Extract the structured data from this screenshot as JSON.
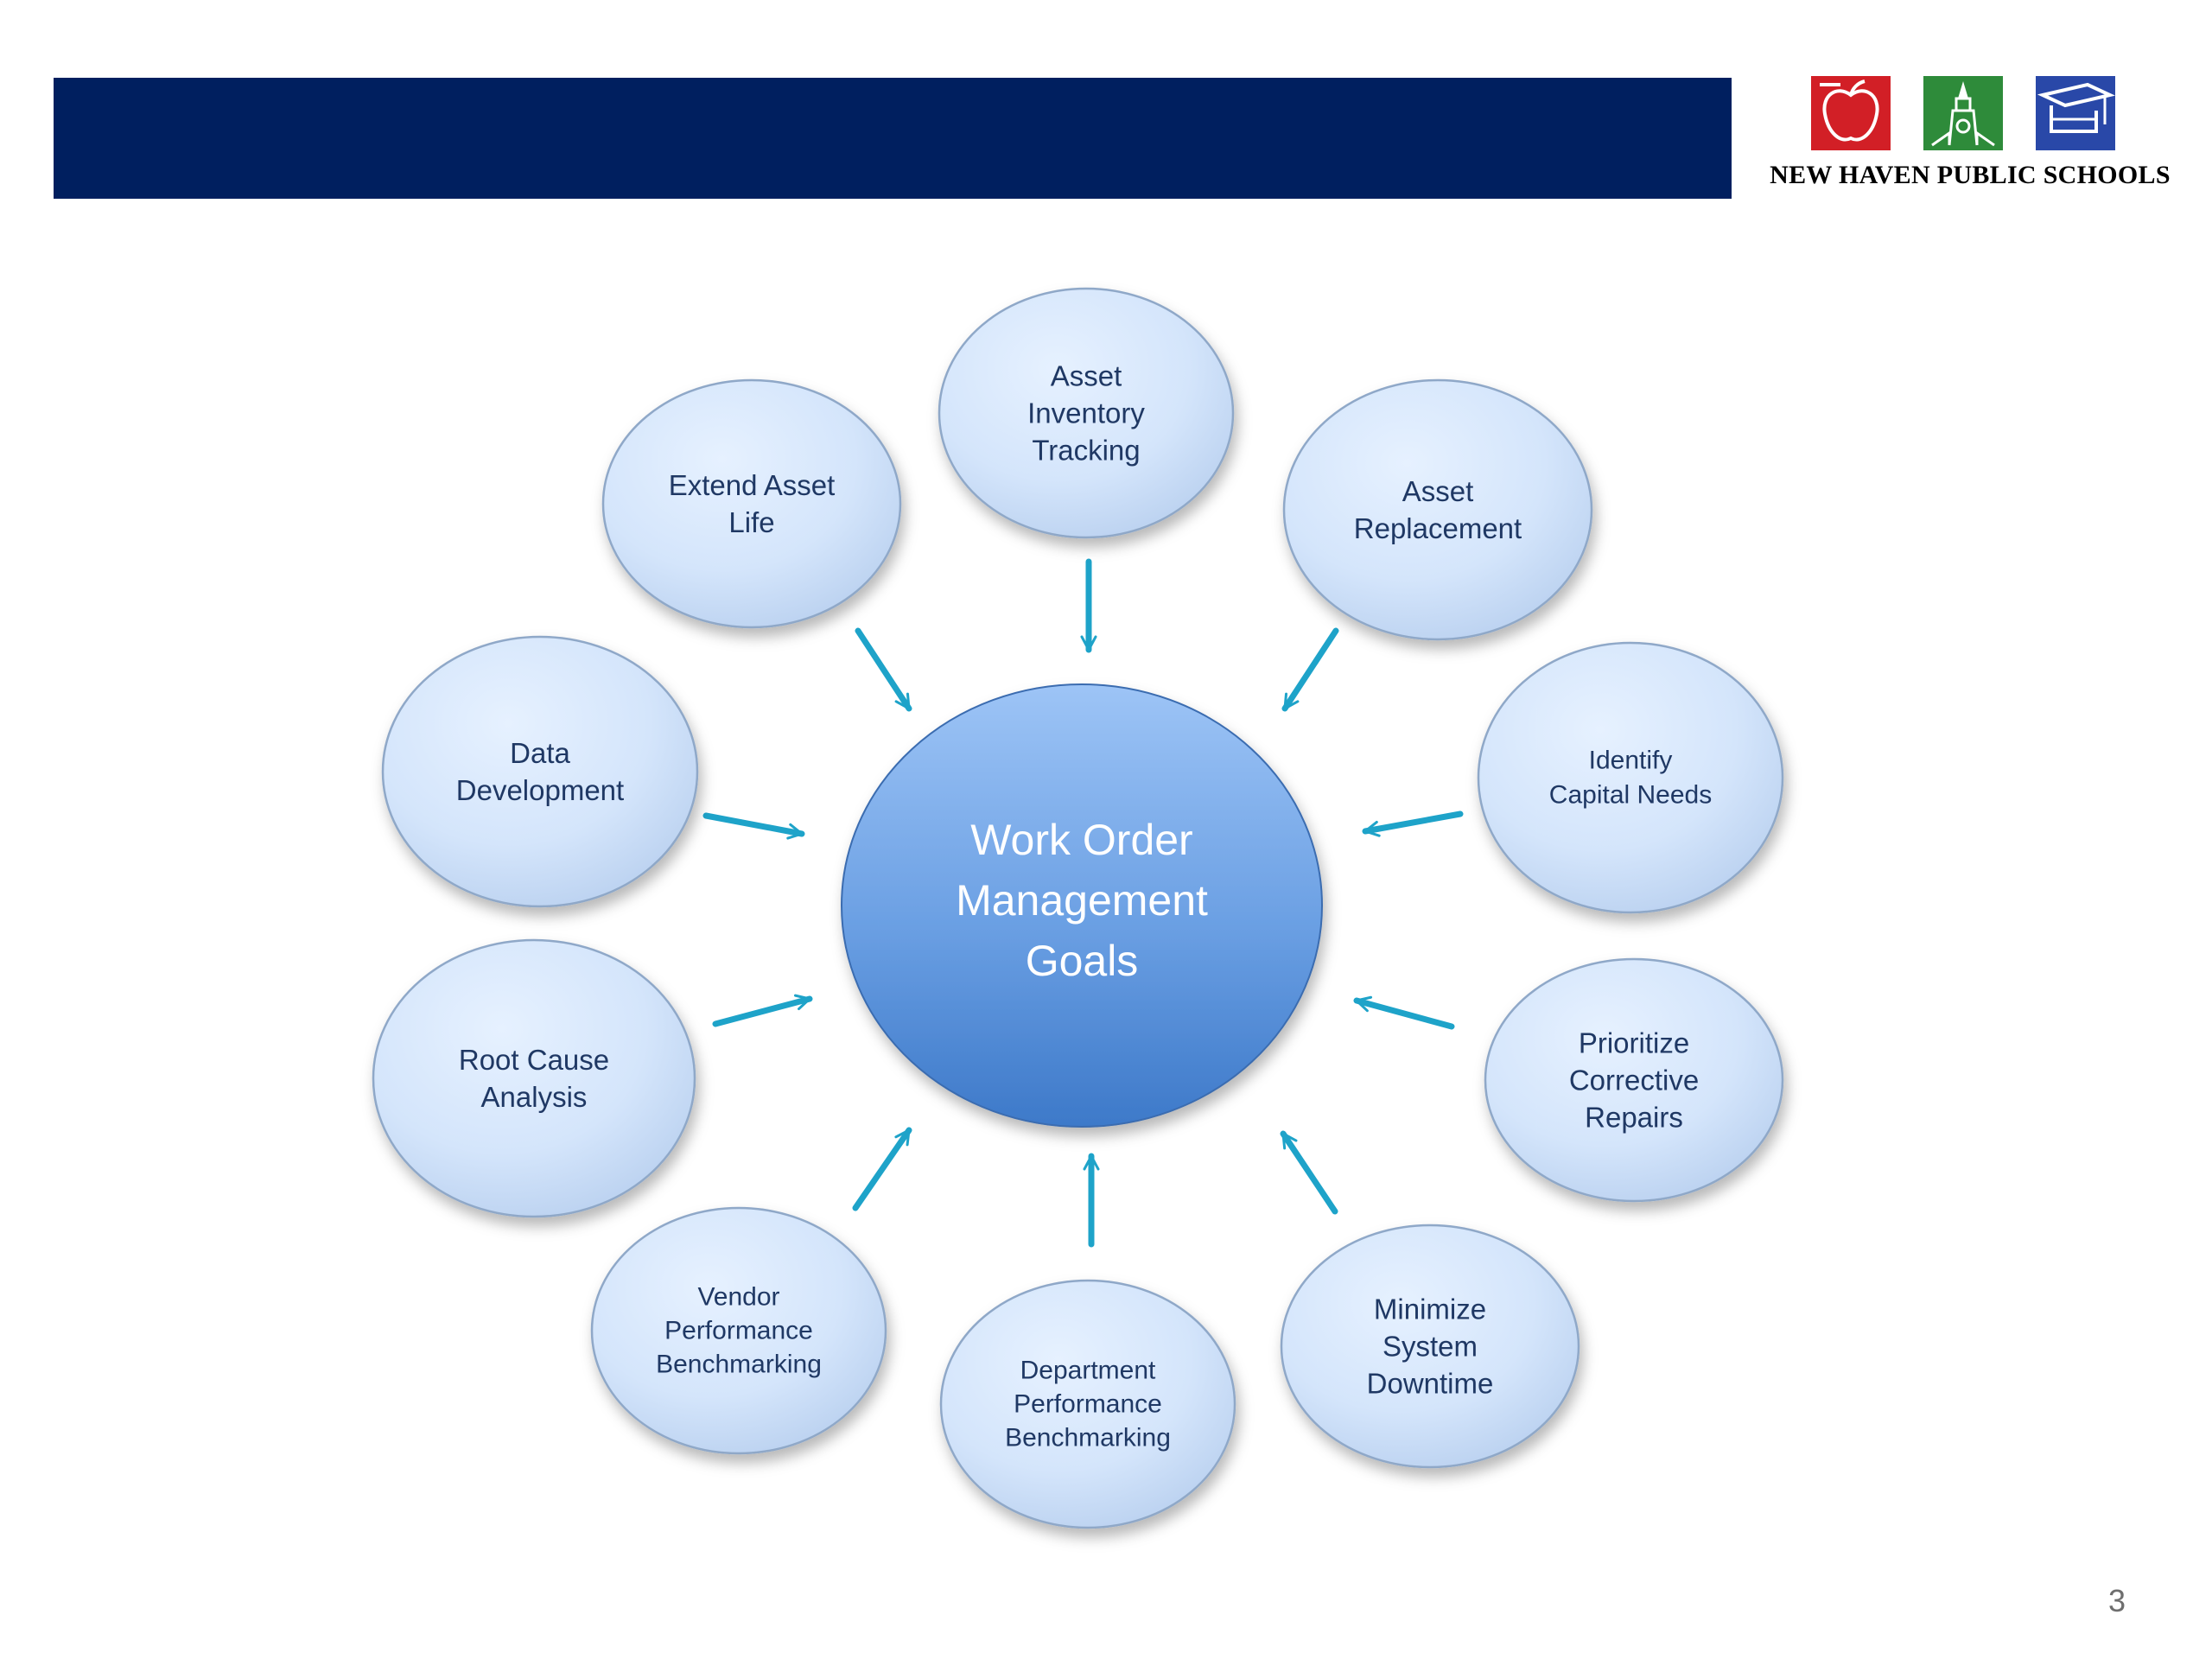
{
  "header": {
    "org_name": "NEW HAVEN PUBLIC SCHOOLS",
    "logo_icons": [
      "apple-icon",
      "tower-icon",
      "graduation-cap-icon"
    ]
  },
  "center": {
    "lines": [
      "Work Order",
      "Management",
      "Goals"
    ]
  },
  "goals": [
    {
      "id": "asset-inventory-tracking",
      "lines": [
        "Asset",
        "Inventory",
        "Tracking"
      ]
    },
    {
      "id": "asset-replacement",
      "lines": [
        "Asset",
        "Replacement"
      ]
    },
    {
      "id": "identify-capital-needs",
      "lines": [
        "Identify",
        "Capital Needs"
      ]
    },
    {
      "id": "prioritize-corrective-repairs",
      "lines": [
        "Prioritize",
        "Corrective",
        "Repairs"
      ]
    },
    {
      "id": "minimize-system-downtime",
      "lines": [
        "Minimize",
        "System",
        "Downtime"
      ]
    },
    {
      "id": "department-performance-benchmarking",
      "lines": [
        "Department",
        "Performance",
        "Benchmarking"
      ]
    },
    {
      "id": "vendor-performance-benchmarking",
      "lines": [
        "Vendor",
        "Performance",
        "Benchmarking"
      ]
    },
    {
      "id": "root-cause-analysis",
      "lines": [
        "Root Cause",
        "Analysis"
      ]
    },
    {
      "id": "data-development",
      "lines": [
        "Data",
        "Development"
      ]
    },
    {
      "id": "extend-asset-life",
      "lines": [
        "Extend Asset",
        "Life"
      ]
    }
  ],
  "page_number": "3",
  "colors": {
    "title_bar": "#001f5f",
    "arrow": "#1ea3c9",
    "bubble_text": "#1f3864",
    "center_top": "#9cc3f5",
    "center_bottom": "#3f7ccc"
  }
}
